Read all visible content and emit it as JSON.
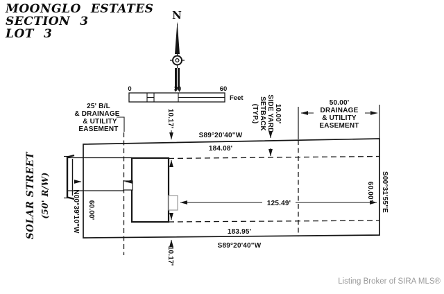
{
  "title": {
    "line1": "MOONGLO ESTATES",
    "line2": "SECTION 3",
    "line3": "LOT 3"
  },
  "compass": {
    "north_label": "N"
  },
  "scale_bar": {
    "tick_0": "0",
    "tick_30": "30",
    "tick_60": "60",
    "unit": "Feet"
  },
  "plat": {
    "north_bearing": "S89°20'40\"W",
    "north_distance": "184.08'",
    "south_distance": "183.95'",
    "south_bearing": "S89°20'40\"W",
    "west_bearing": "N00°39'10\"W",
    "west_distance": "60.00'",
    "east_bearing": "S00°31'55\"E",
    "east_distance": "60.00'",
    "front_offset_top": "10.17'",
    "front_offset_bottom": "10.17'",
    "house_to_rear_distance": "125.49'",
    "building_line_label": [
      "25' B/L",
      "& DRAINAGE",
      "& UTILITY",
      "EASEMENT"
    ],
    "side_setback_label": [
      "10.00'",
      "SIDE YARD",
      "SETBACK",
      "(TYP.)"
    ],
    "rear_easement_label": [
      "50.00'",
      "DRAINAGE",
      "& UTILITY",
      "EASEMENT"
    ],
    "street_name": "SOLAR STREET",
    "street_row": "(50' R/W)"
  },
  "footer": {
    "credit": "Listing Broker of SIRA MLS®"
  }
}
